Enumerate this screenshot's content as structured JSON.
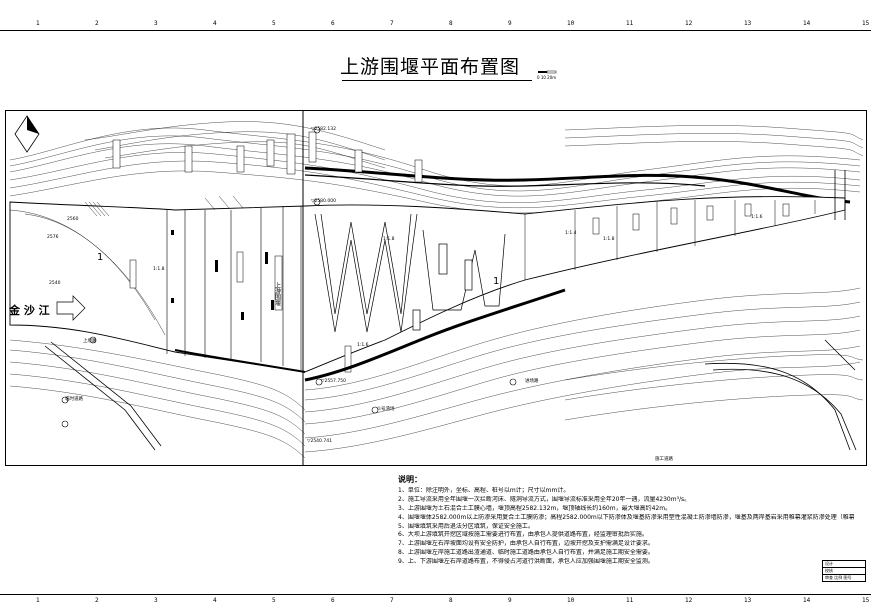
{
  "title": "上游围堰平面布置图",
  "scale_label": "0  10  20m",
  "ruler_numbers": [
    "1",
    "2",
    "3",
    "4",
    "5",
    "6",
    "7",
    "8",
    "9",
    "10",
    "11",
    "12",
    "13",
    "14",
    "15"
  ],
  "river_label": "金 沙 江",
  "zone_label": "1",
  "elevations": {
    "upper_left": "2560",
    "mid_left": "2540",
    "mid_left2": "2576",
    "dam_top": "▽2580.000",
    "dam_crest": "▽2582.132",
    "dam_low": "▽2557.750",
    "dam_base": "▽2540.741"
  },
  "slope_labels": [
    "1:1.8",
    "1:1.6",
    "1:1.4",
    "1:1.8",
    "1:1.8",
    "1:1.6"
  ],
  "structure_label": "上游围堰",
  "road_labels": [
    "上坝路",
    "临时道路",
    "进场路",
    "施工道路",
    "①号渣场"
  ],
  "notes": {
    "heading": "说明：",
    "items": [
      "1、单位：除注明外，坐标、高程、桩号以m计；尺寸以mm计。",
      "2、施工导流采用全年围堰一次拦断河床、隧洞导流方式，围堰导流标准采用全年20年一遇，流量4230m³/s。",
      "3、上游围堰为土石混合土工膜心墙，堰顶高程2582.132m，堰顶轴线长约160m，最大堰高约42m。",
      "4、围堰堰体2582.000m以上防渗采用复合土工膜防渗；高程2582.000m以下防渗体及堰基防渗采用塑性混凝土防渗墙防渗，堰基及两岸基岩采用帷幕灌浆防渗处理（帷幕底部不低于5Lu相对不透水层顶板线）。",
      "5、围堰填筑采用后退法分区填筑，保证安全施工。",
      "6、大坝上游填筑开挖区域按施工需要进行布置，由承包人提供道路布置，经监理审批后实施。",
      "7、上游围堰左右岸坡面均设有安全防护，由承包人自行布置，边坡开挖及支护需满足设计要求。",
      "8、上游围堰左岸施工道路出渣通道、临时施工道路由承包人自行布置，并满足施工期安全需要。",
      "9、上、下游围堰左右岸道路布置，不得侵占河道行洪断面，承包人应加强围堰施工期安全监测。"
    ]
  },
  "titleblock": [
    "设计",
    "校核",
    "审查  比例  图号"
  ]
}
